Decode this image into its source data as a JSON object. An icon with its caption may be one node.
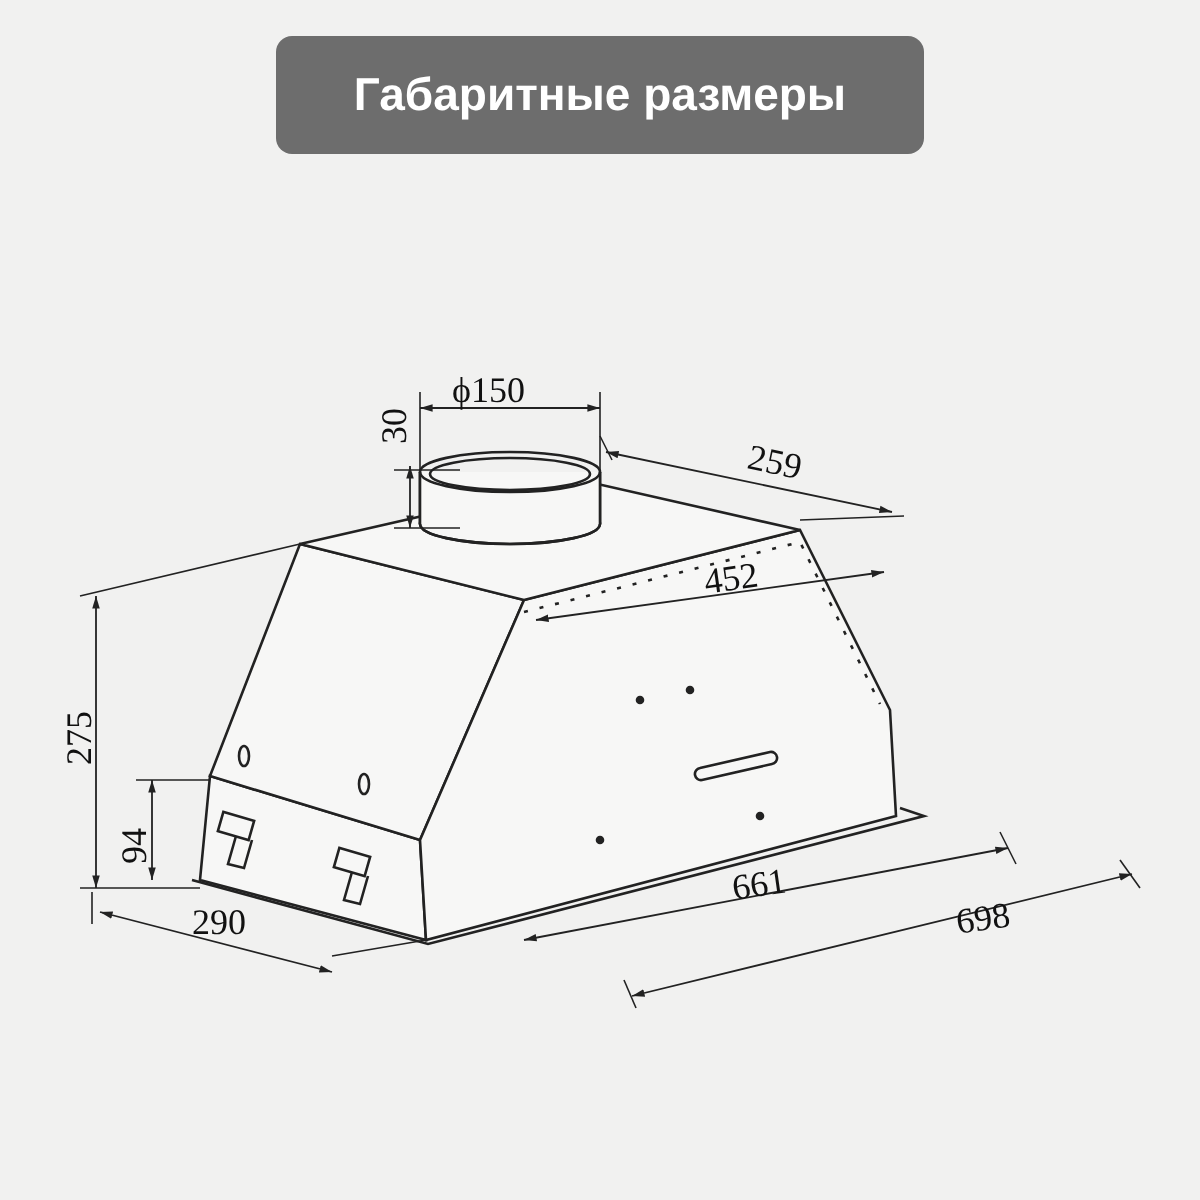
{
  "diagram": {
    "title": "Габаритные размеры",
    "labels": [
      "ϕ150",
      "30",
      "259",
      "452",
      "275",
      "94",
      "290",
      "661",
      "698"
    ]
  }
}
